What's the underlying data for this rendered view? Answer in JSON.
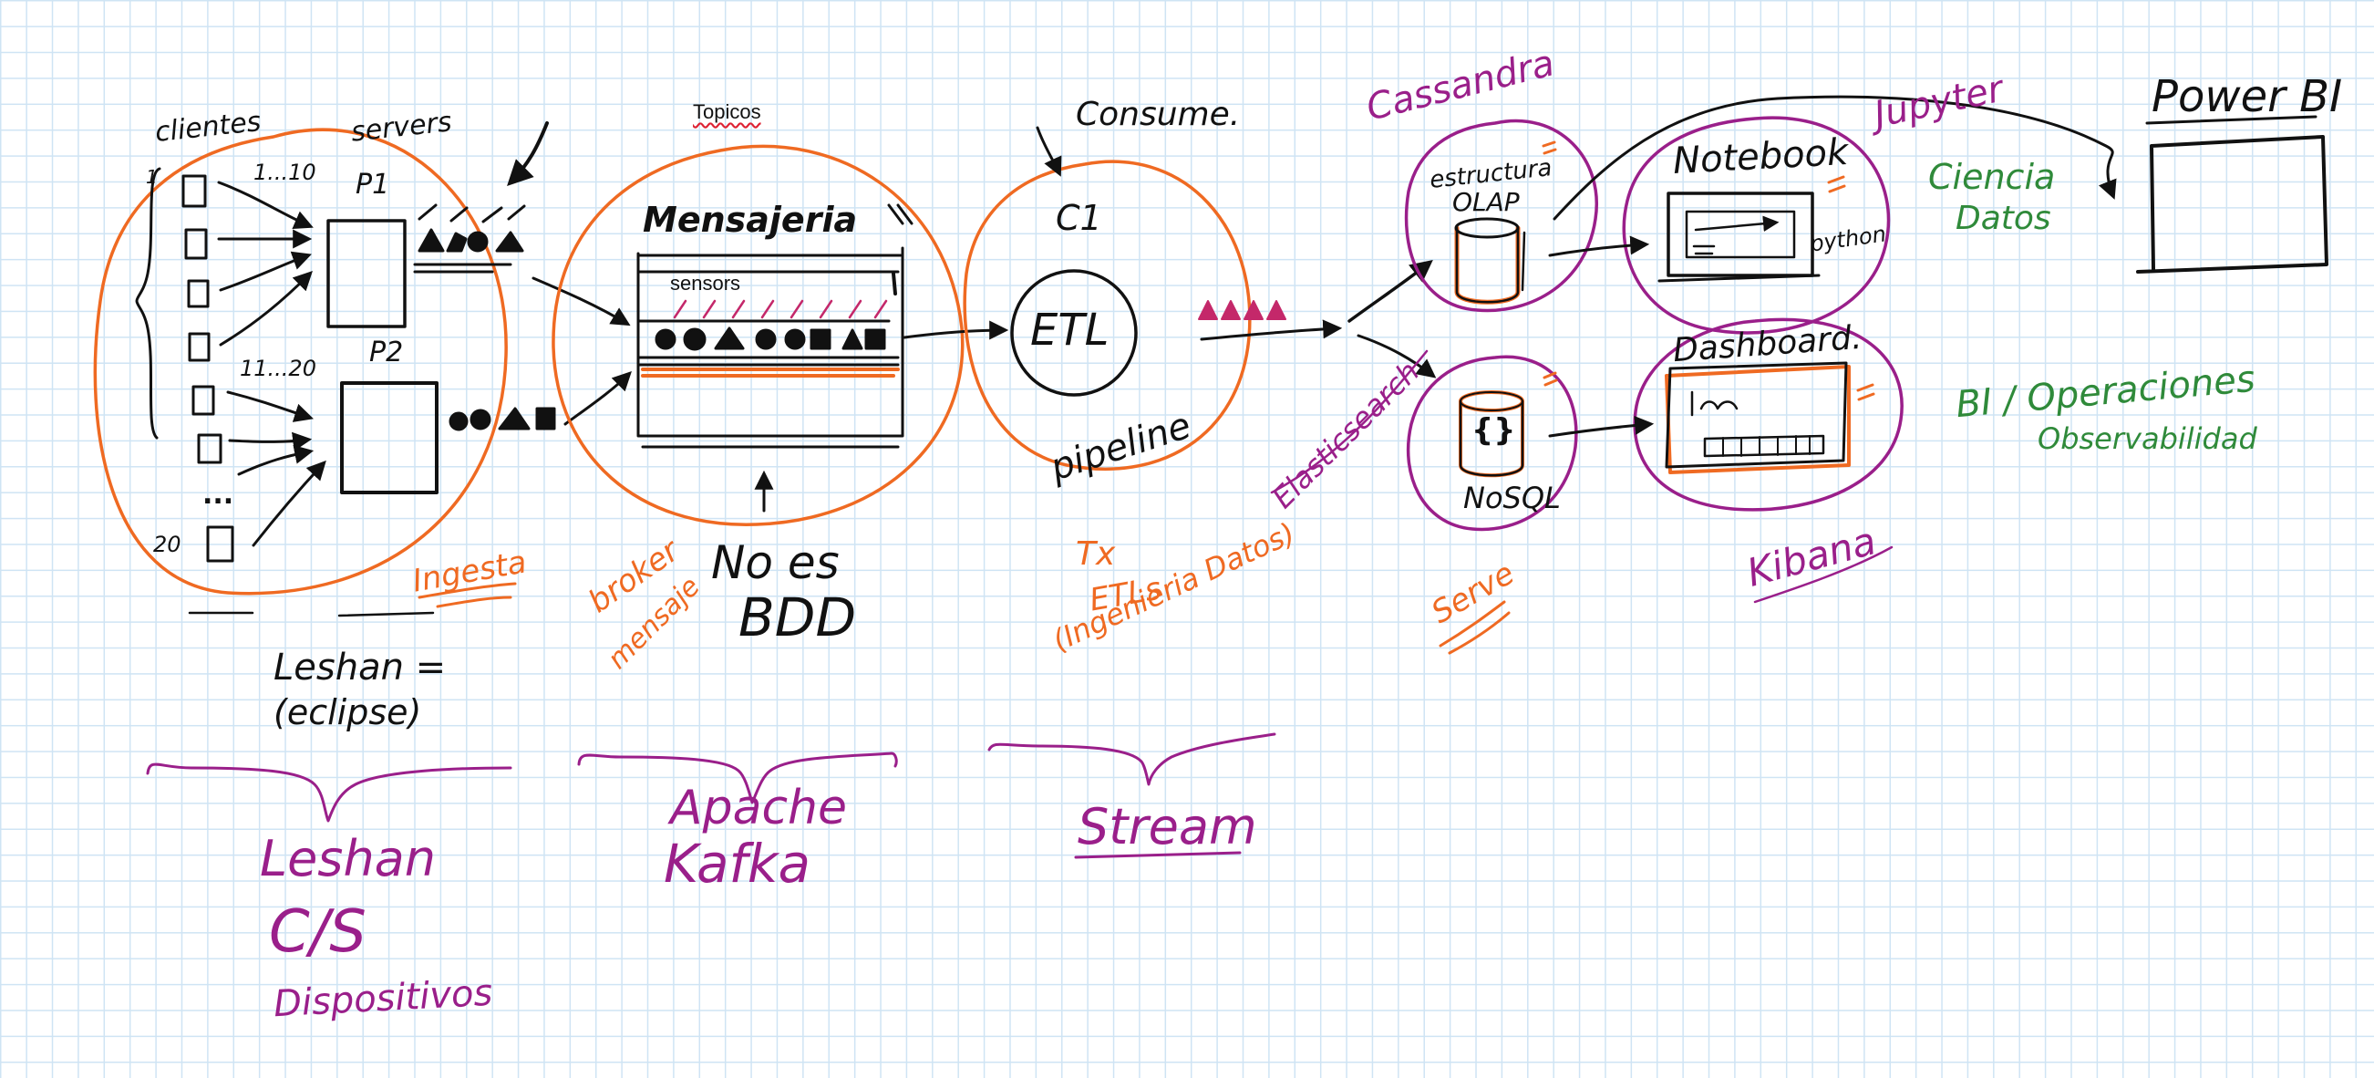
{
  "colors": {
    "ink_black": "#111111",
    "ink_orange": "#ef6a22",
    "ink_purple": "#9a1f8a",
    "ink_green": "#2f8a3a",
    "grid": "#cfe4f4"
  },
  "ingest": {
    "clientes": "clientes",
    "servers": "servers",
    "range_top": "1...10",
    "range_bottom": "11...20",
    "server_1": "P1",
    "server_2": "P2",
    "count_start": "1",
    "ellipsis": "...",
    "count_end": "20",
    "stage_label": "Ingesta",
    "leshan_line1": "Leshan =",
    "leshan_line2": "(eclipse)",
    "bracket_line1": "Leshan",
    "bracket_line2": "C/S",
    "bracket_line3": "Dispositivos"
  },
  "broker": {
    "topicos": "Topicos",
    "title": "Mensajeria",
    "sensors": "sensors",
    "broker_line1": "broker",
    "broker_line2": "mensaje",
    "note_line1": "No es",
    "note_line2": "BDD",
    "bracket_line1": "Apache",
    "bracket_line2": "Kafka"
  },
  "stream": {
    "consumer": "Consume.",
    "c1": "C1",
    "etl": "ETL",
    "pipeline": "pipeline",
    "tx": "Tx",
    "etls": "ETLs",
    "ingenieria": "(Ingenieria Datos)",
    "bracket_line1": "Stream"
  },
  "serve": {
    "cassandra": "Cassandra",
    "estructura_line1": "estructura",
    "estructura_line2": "OLAP",
    "elasticsearch": "Elasticsearch",
    "nosql": "NoSQL",
    "braces": "{}",
    "serve_label": "Serve",
    "jupyter": "Jupyter",
    "notebook": "Notebook",
    "python": "python",
    "dashboard": "Dashboard.",
    "kibana": "Kibana",
    "powerbi": "Power BI",
    "ciencia_line1": "Ciencia",
    "ciencia_line2": "Datos",
    "bi_line1": "BI / Operaciones",
    "bi_line2": "Observabilidad"
  }
}
